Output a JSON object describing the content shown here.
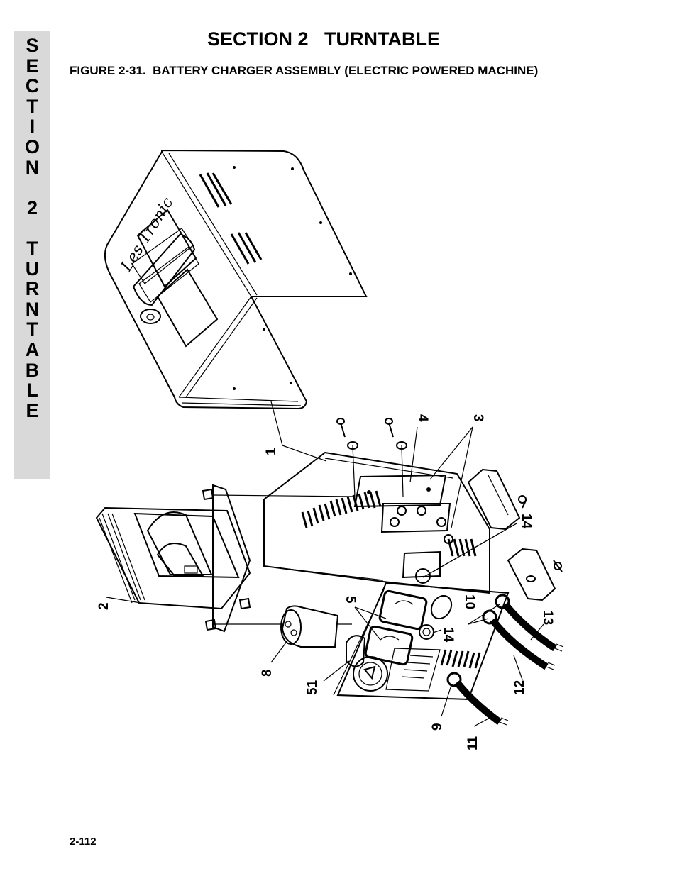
{
  "side_tab": {
    "letters": [
      "S",
      "E",
      "C",
      "T",
      "I",
      "O",
      "N",
      "",
      "2",
      "",
      "T",
      "U",
      "R",
      "N",
      "T",
      "A",
      "B",
      "L",
      "E"
    ],
    "background": "#d9d9d9"
  },
  "header": {
    "section_title": "SECTION 2   TURNTABLE",
    "figure_caption": "FIGURE 2-31.  BATTERY CHARGER ASSEMBLY (ELECTRIC POWERED MACHINE)"
  },
  "diagram": {
    "callouts": {
      "c1": "1",
      "c2": "2",
      "c3": "3",
      "c4": "4",
      "c5": "5",
      "c8": "8",
      "c9": "9",
      "c10": "10",
      "c11": "11",
      "c12": "12",
      "c13": "13",
      "c14a": "14",
      "c14b": "14",
      "c51": "51"
    },
    "brand_script": "Les Tronic"
  },
  "footer": {
    "page_number": "2-112"
  }
}
